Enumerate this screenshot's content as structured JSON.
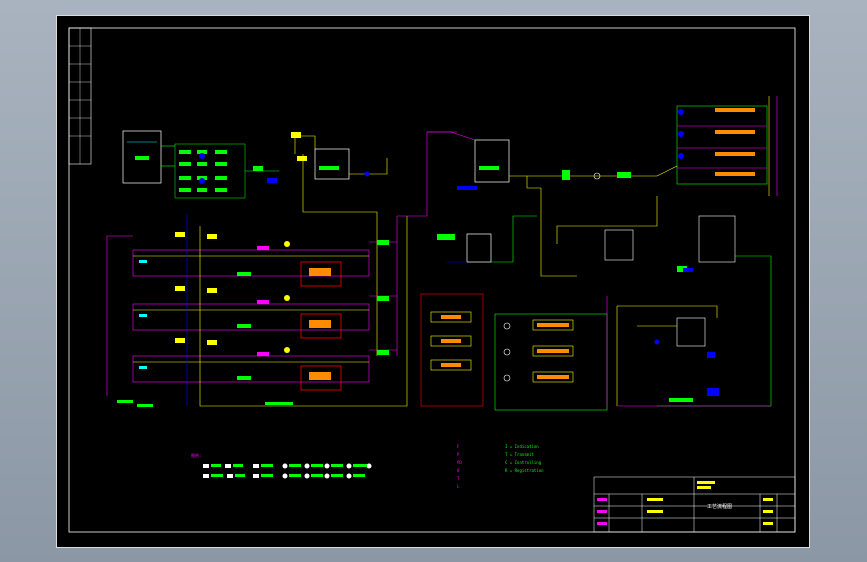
{
  "labels": {
    "legend_title": "图例:",
    "title_block_name": "工艺流程图",
    "title_block_bottom": "",
    "red_box_caption": "",
    "note_left_heading": "",
    "note_right_heading": "",
    "note_left_lines": [
      "F",
      "P",
      "PD",
      "H",
      "T",
      "L"
    ],
    "note_right_lines": [
      "I = Indication",
      "T = Transmit",
      "C = Controlling",
      "R = Registration"
    ]
  },
  "colors": {
    "sheet_bg": "#000000",
    "frame": "#ffffff",
    "process_line": "#ffff00",
    "utility_line": "#ff00ff",
    "water_line": "#00ff00",
    "instrument": "#0000ff",
    "heater_box": "#ff0000",
    "equipment_fill": "#ff8c00"
  }
}
